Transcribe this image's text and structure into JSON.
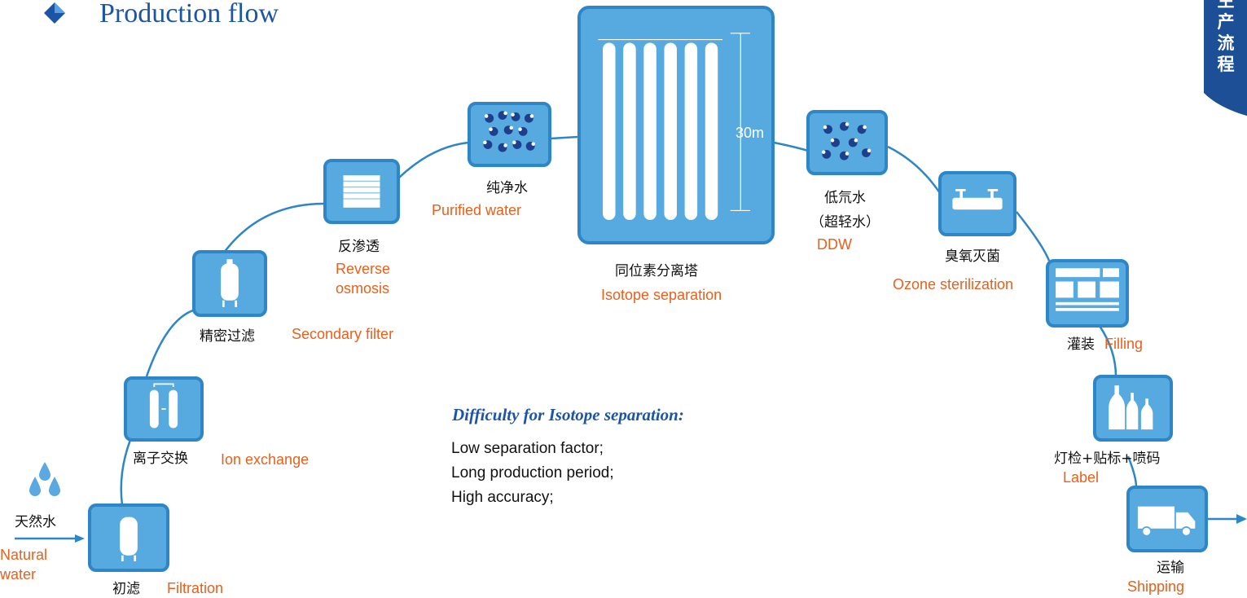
{
  "page": {
    "title": "Production flow",
    "tab_label": "生产流程"
  },
  "steps": [
    {
      "id": "filtration",
      "cn": "初滤",
      "en": "Filtration",
      "icon": "tank-icon"
    },
    {
      "id": "ion-exchange",
      "cn": "离子交换",
      "en": "Ion exchange",
      "icon": "ion-columns-icon"
    },
    {
      "id": "secondary-filter",
      "cn": "精密过滤",
      "en": "Secondary filter",
      "icon": "filter-tank-icon"
    },
    {
      "id": "reverse-osmosis",
      "cn": "反渗透",
      "en": "Reverse osmosis",
      "icon": "membrane-icon"
    },
    {
      "id": "purified-water",
      "cn": "纯净水",
      "en": "Purified water",
      "icon": "molecules-icon"
    },
    {
      "id": "isotope-separation",
      "cn": "同位素分离塔",
      "en": "Isotope separation",
      "icon": "tower-icon",
      "height_label": "30m"
    },
    {
      "id": "ddw",
      "cn": "低氘水",
      "cn2": "（超轻水）",
      "en": "DDW",
      "icon": "molecules-icon"
    },
    {
      "id": "ozone",
      "cn": "臭氧灭菌",
      "en": "Ozone sterilization",
      "icon": "ozone-tube-icon"
    },
    {
      "id": "filling",
      "cn": "灌装",
      "en": "Filling",
      "icon": "filling-machine-icon"
    },
    {
      "id": "label",
      "cn": "灯检+贴标+喷码",
      "en": "Label",
      "icon": "bottles-icon"
    },
    {
      "id": "shipping",
      "cn": "运输",
      "en": "Shipping",
      "icon": "truck-icon"
    }
  ],
  "source": {
    "cn": "天然水",
    "en": "Natural water",
    "icon": "water-drops-icon"
  },
  "difficulty": {
    "title": "Difficulty for Isotope separation:",
    "items": [
      "Low separation factor;",
      "Long production period;",
      "High accuracy;"
    ]
  },
  "colors": {
    "accent": "#1c55a5",
    "box_fill": "#57aadf",
    "box_border": "#2f86c6",
    "en_label": "#e8601c",
    "line": "#2f86c6"
  }
}
